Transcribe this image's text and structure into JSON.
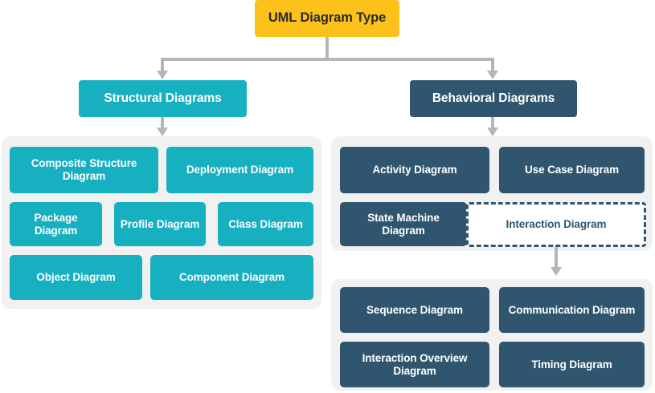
{
  "diagram": {
    "title": "UML Diagram Type",
    "colors": {
      "root": "#FCC21B",
      "structural": "#16B0C1",
      "behavioral": "#2F566E",
      "panel": "#F1F1F1",
      "connector": "#B6B6B6",
      "canvas": "#FFFFFF"
    },
    "root": {
      "label": "UML Diagram Type"
    },
    "branches": [
      {
        "label": "Structural Diagrams"
      },
      {
        "label": "Behavioral Diagrams"
      }
    ],
    "structural": {
      "heading": "Structural Diagrams",
      "rows": [
        [
          {
            "label": "Composite Structure Diagram"
          },
          {
            "label": "Deployment Diagram"
          }
        ],
        [
          {
            "label": "Package Diagram"
          },
          {
            "label": "Profile Diagram"
          },
          {
            "label": "Class Diagram"
          }
        ],
        [
          {
            "label": "Object Diagram"
          },
          {
            "label": "Component Diagram"
          }
        ]
      ]
    },
    "behavioral": {
      "heading": "Behavioral Diagrams",
      "rows": [
        [
          {
            "label": "Activity Diagram"
          },
          {
            "label": "Use Case Diagram"
          }
        ],
        [
          {
            "label": "State Machine Diagram"
          },
          {
            "label": "Interaction Diagram",
            "style": "dashed"
          }
        ]
      ]
    },
    "interaction": {
      "heading": "Interaction Diagram",
      "rows": [
        [
          {
            "label": "Sequence Diagram"
          },
          {
            "label": "Communication Diagram"
          }
        ],
        [
          {
            "label": "Interaction Overview Diagram"
          },
          {
            "label": "Timing Diagram"
          }
        ]
      ]
    }
  }
}
